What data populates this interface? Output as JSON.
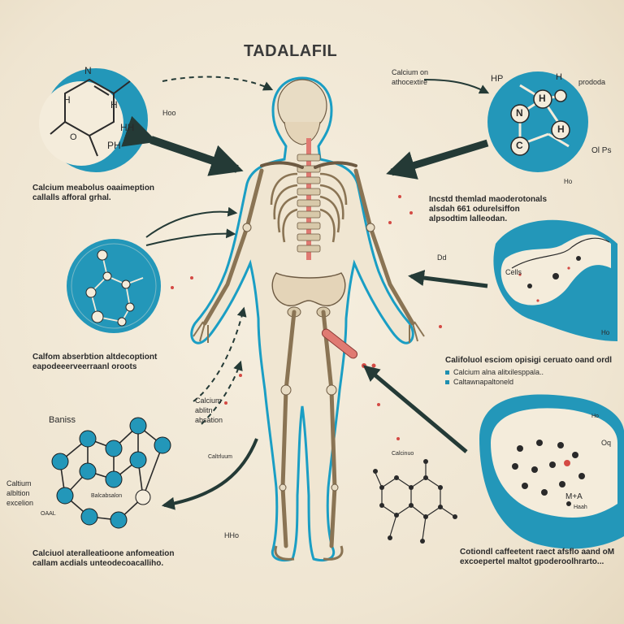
{
  "title": "TADALAFIL",
  "colors": {
    "accent": "#2397b9",
    "outline": "#1a9ec4",
    "arrow": "#243a36",
    "spine": "#e07a72",
    "bone": "#e8dcc4",
    "background": "#f1e9d8"
  },
  "labels": {
    "tl_circle_a": "N",
    "tl_circle_b": "H",
    "tl_circle_c": "H",
    "tl_circle_d": "HH",
    "tl_circle_e": "PH",
    "tl_circle_f": "O",
    "tl_hoo": "Hoo",
    "tl_desc_1": "Calcium meabolus oaaimeption",
    "tl_desc_2": "callalls afforal grhal.",
    "tr_top_1": "Calcium on",
    "tr_top_2": "athocextire",
    "tr_hp": "HP",
    "tr_prodo": "prododa",
    "tr_n": "N",
    "tr_h1": "H",
    "tr_h2": "H",
    "tr_c": "C",
    "tr_h3": "H",
    "tr_olp": "Ol Ps",
    "tr_ho": "Ho",
    "tr_desc_1": "Incstd themlad maoderotonals",
    "tr_desc_2": "alsdah 661 odurelsiffon",
    "tr_desc_3": "alpsodtim lalleodan.",
    "ml_desc_1": "Calfom abserbtion altdecoptiont",
    "ml_desc_2": "eapodeeerveerraanl oroots",
    "mr_label": "Dd",
    "mr_cells": "Cells",
    "mr_ho": "Ho",
    "mr_desc_1": "Califoluol esciom opisigi ceruato oand ordl",
    "mr_bullet_1": "Calcium alna alitxilesppala..",
    "mr_bullet_2": "Caltawnapaltoneld",
    "bl_title": "Baniss",
    "bl_side_1": "Caltium",
    "bl_side_2": "albltion",
    "bl_side_3": "excelion",
    "bl_mid": "Balcabsalon",
    "bl_oaal": "OAAL",
    "bl_desc_1": "Calciuol ateralleatioone anfomeation",
    "bl_desc_2": "callam acdials unteodecoacalliho.",
    "center_1": "Calcium",
    "center_2": "ablitn",
    "center_3": "absation",
    "center_calc": "Caltrluum",
    "hho": "HHo",
    "bm_label": "Calcinuo",
    "br_ho": "Ho",
    "br_oq": "Oq",
    "br_mad": "M+A",
    "br_haah": "Haah",
    "br_desc_1": "Cotiondl caffeetent raect afsflo aand oM",
    "br_desc_2": "excoepertel maltot gpoderoolhrarto..."
  }
}
